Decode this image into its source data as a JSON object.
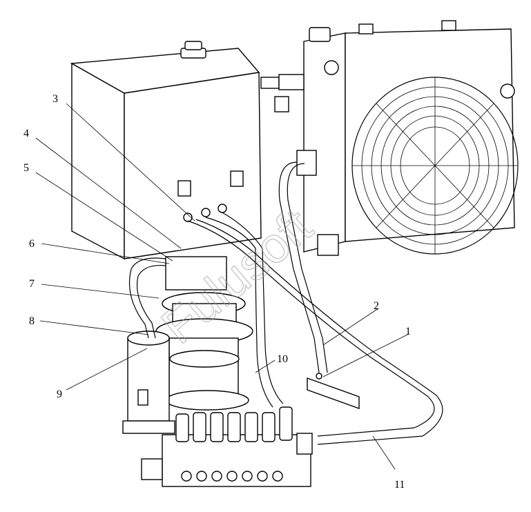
{
  "diagram": {
    "callouts": [
      {
        "id": "1",
        "label": "1"
      },
      {
        "id": "2",
        "label": "2"
      },
      {
        "id": "3",
        "label": "3"
      },
      {
        "id": "4",
        "label": "4"
      },
      {
        "id": "5",
        "label": "5"
      },
      {
        "id": "6",
        "label": "6"
      },
      {
        "id": "7",
        "label": "7"
      },
      {
        "id": "8",
        "label": "8"
      },
      {
        "id": "9",
        "label": "9"
      },
      {
        "id": "10",
        "label": "10"
      },
      {
        "id": "11",
        "label": "11"
      }
    ],
    "watermark": "Fulusoft",
    "line_color": "#000000",
    "watermark_color": "#9a9a9a"
  }
}
